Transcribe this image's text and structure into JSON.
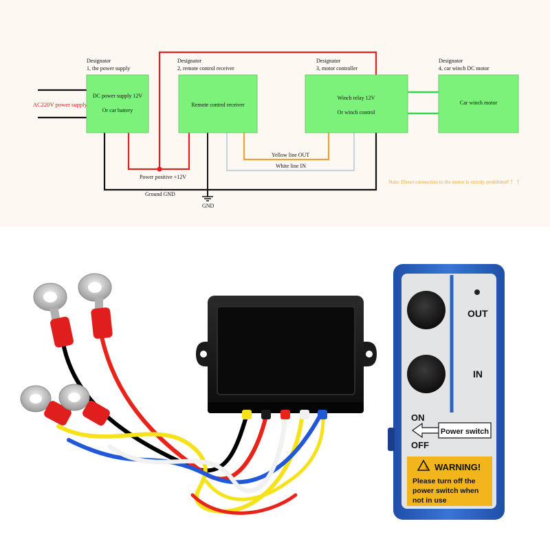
{
  "wiring_diagram": {
    "blocks": [
      {
        "designator": "Designator",
        "title": "1, the power supply",
        "line1": "DC power supply 12V",
        "line2": "Or car battery"
      },
      {
        "designator": "Designator",
        "title": "2, remote control receiver",
        "line1": "Remote control receiver",
        "line2": ""
      },
      {
        "designator": "Designator",
        "title": "3, motor controller",
        "line1": "Winch relay 12V",
        "line2": "Or winch control"
      },
      {
        "designator": "Designator",
        "title": "4, car winch DC motor",
        "line1": "Car winch motor",
        "line2": ""
      }
    ],
    "ac_label": "AC220V power supply",
    "yellow_line_label": "Yellow line   OUT",
    "white_line_label": "White line   IN",
    "power_positive_label": "Power positive +12V",
    "ground_label": "Ground   GND",
    "gnd_label": "GND",
    "note": "Note: Direct connection to the motor is strictly prohibited!  ！ ！",
    "colors": {
      "block_fill": "#7cf27a",
      "block_border": "#6fc86d",
      "red_wire": "#e02020",
      "yellow_wire": "#e8a33a",
      "white_wire": "#c8d4e0",
      "green_wire": "#2ed84a",
      "black_wire": "#111111",
      "ac_label_color": "#cc1f1f",
      "note_color": "#e8a33a",
      "background": "#fdf8f1"
    }
  },
  "product_photo": {
    "remote": {
      "out_label": "OUT",
      "in_label": "IN",
      "on_label": "ON",
      "off_label": "OFF",
      "power_switch_label": "Power switch",
      "warning_title": "WARNING!",
      "warning_line1": "Please turn off the",
      "warning_line2": "power switch when",
      "warning_line3": "not  in use",
      "colors": {
        "shell": "#2a63c4",
        "face": "#e2e4e6",
        "warning": "#f2b51c"
      }
    },
    "receiver_box": {
      "color": "#141414"
    },
    "wire_colors": [
      "#000000",
      "#e8241a",
      "#f5e21a",
      "#2058d8",
      "#ffffff"
    ]
  }
}
